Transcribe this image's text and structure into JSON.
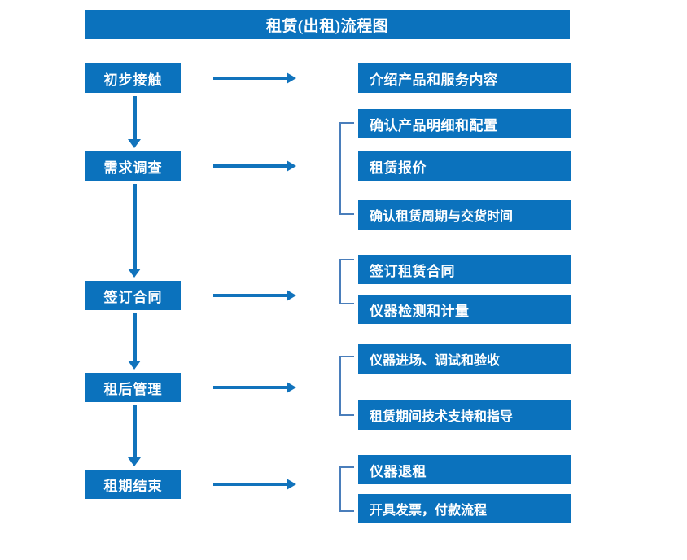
{
  "diagram": {
    "title": "租赁(出租)流程图",
    "colors": {
      "box_blue": "#0B72BD",
      "arrow_blue": "#1173BC",
      "bracket_blue": "#4A7EBB",
      "text": "#FFFFFF",
      "background": "#FFFFFF"
    },
    "stages": [
      {
        "id": "stage-1",
        "label": "初步接触"
      },
      {
        "id": "stage-2",
        "label": "需求调查"
      },
      {
        "id": "stage-3",
        "label": "签订合同"
      },
      {
        "id": "stage-4",
        "label": "租后管理"
      },
      {
        "id": "stage-5",
        "label": "租期结束"
      }
    ],
    "details": [
      {
        "id": "detail-1",
        "label": "介绍产品和服务内容",
        "stage": "初步接触"
      },
      {
        "id": "detail-2",
        "label": "确认产品明细和配置",
        "stage": "需求调查"
      },
      {
        "id": "detail-3",
        "label": "租赁报价",
        "stage": "需求调查"
      },
      {
        "id": "detail-4",
        "label": "确认租赁周期与交货时间",
        "stage": "需求调查"
      },
      {
        "id": "detail-5",
        "label": "签订租赁合同",
        "stage": "签订合同"
      },
      {
        "id": "detail-6",
        "label": "仪器检测和计量",
        "stage": "签订合同"
      },
      {
        "id": "detail-7",
        "label": "仪器进场、调试和验收",
        "stage": "租后管理"
      },
      {
        "id": "detail-8",
        "label": "租赁期间技术支持和指导",
        "stage": "租后管理"
      },
      {
        "id": "detail-9",
        "label": "仪器退租",
        "stage": "租期结束"
      },
      {
        "id": "detail-10",
        "label": "开具发票，付款流程",
        "stage": "租期结束"
      }
    ],
    "connectors": {
      "flow_arrows_vertical": 4,
      "stage_to_detail_arrows": 5,
      "group_brackets": 4
    }
  }
}
